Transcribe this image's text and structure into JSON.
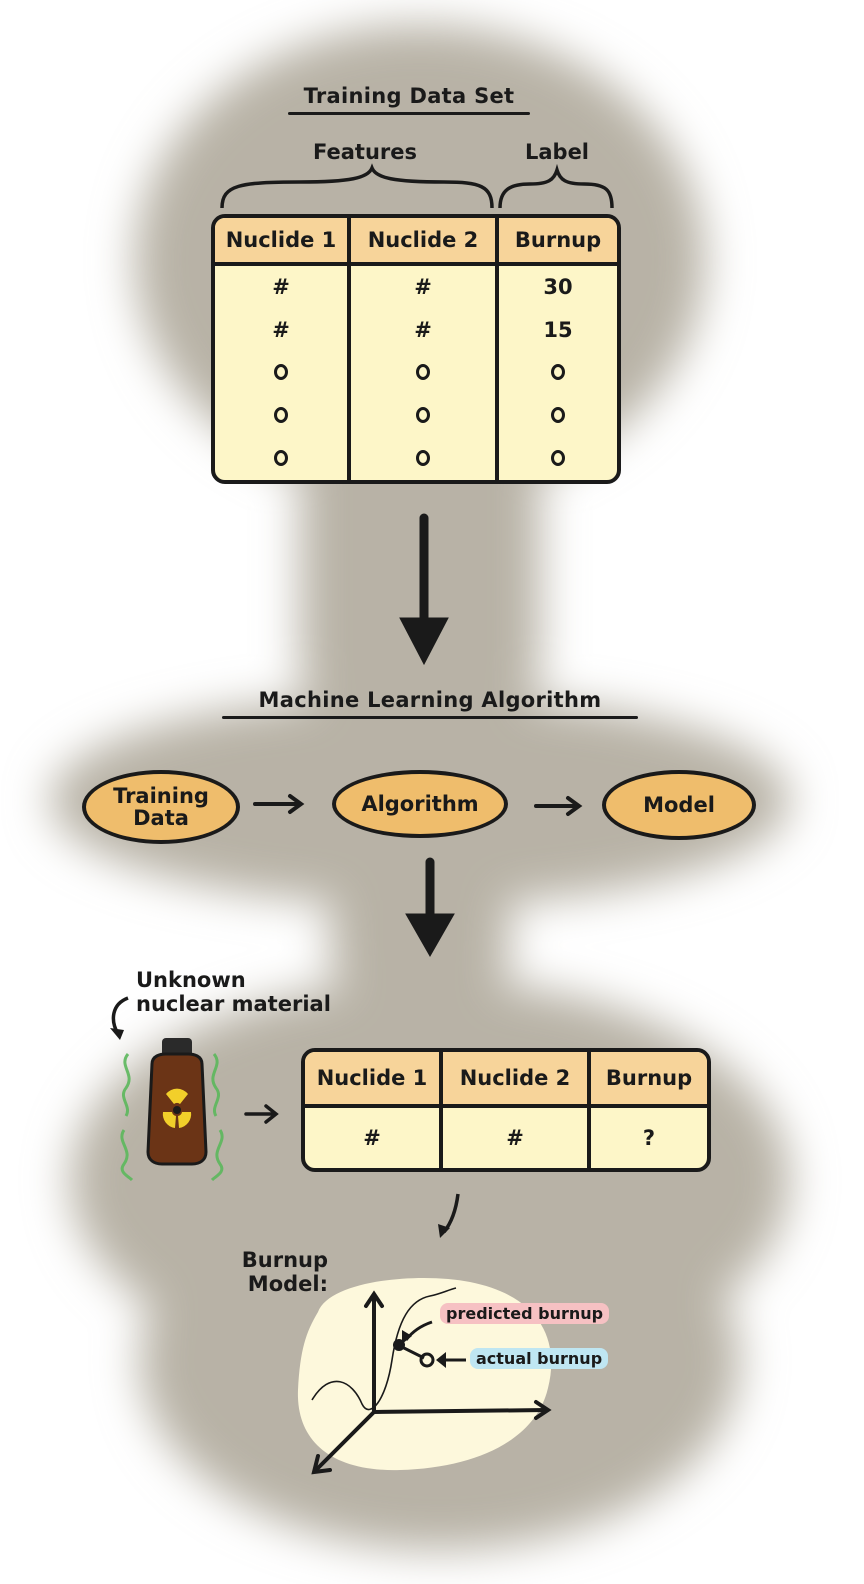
{
  "training_section": {
    "title": "Training Data Set",
    "features_label": "Features",
    "label_label": "Label",
    "columns": [
      "Nuclide 1",
      "Nuclide 2",
      "Burnup"
    ],
    "rows": [
      [
        "#",
        "#",
        "30"
      ],
      [
        "#",
        "#",
        "15"
      ]
    ],
    "ellipsis_rows": 3
  },
  "ml_section": {
    "title": "Machine Learning Algorithm",
    "nodes": [
      "Training\nData",
      "Algorithm",
      "Model"
    ]
  },
  "prediction_section": {
    "material_label": "Unknown\nnuclear material",
    "columns": [
      "Nuclide 1",
      "Nuclide 2",
      "Burnup"
    ],
    "row": [
      "#",
      "#",
      "?"
    ],
    "model_label": "Burnup\nModel:",
    "predicted_label": "predicted burnup",
    "actual_label": "actual burnup"
  },
  "colors": {
    "background_blob": "#b8b2a6",
    "table_header": "#f7d49a",
    "table_body": "#fdf6c8",
    "oval_fill": "#efbd6c",
    "predicted_highlight": "#f6c1c3",
    "actual_highlight": "#bfe6f2",
    "plot_fill": "#fdf8dc",
    "bottle": "#6b3416",
    "radiation_symbol": "#f2cf2a",
    "glow": "#5cb85c"
  }
}
